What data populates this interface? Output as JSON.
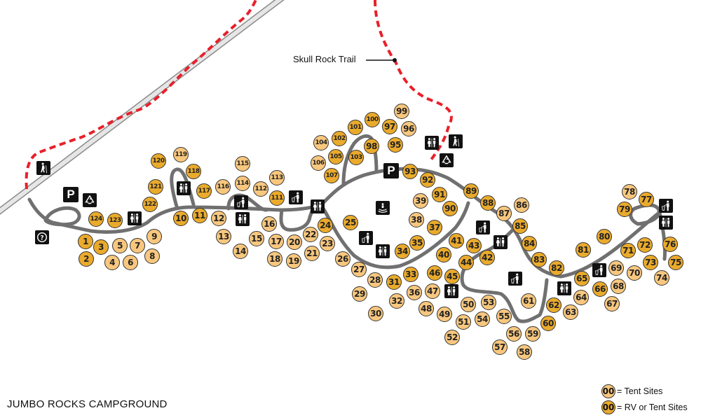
{
  "title": "JUMBO ROCKS CAMPGROUND",
  "trail": {
    "label": "Skull Rock Trail",
    "color": "#e8202a"
  },
  "legend": {
    "tent": {
      "swatch": "00",
      "label": "= Tent Sites",
      "color": "#f8c77e"
    },
    "rv": {
      "swatch": "00",
      "label": "= RV or Tent Sites",
      "color": "#eaaa2c"
    }
  },
  "colors": {
    "road": "#707070",
    "highway_fill": "#e6e6e6",
    "highway_edge": "#8a8a8a",
    "icon_bg": "#111111"
  },
  "sites": [
    {
      "n": "1",
      "t": "rv"
    },
    {
      "n": "2",
      "t": "rv"
    },
    {
      "n": "3",
      "t": "rv"
    },
    {
      "n": "4",
      "t": "tent"
    },
    {
      "n": "5",
      "t": "tent"
    },
    {
      "n": "6",
      "t": "tent"
    },
    {
      "n": "7",
      "t": "tent"
    },
    {
      "n": "8",
      "t": "tent"
    },
    {
      "n": "9",
      "t": "tent"
    },
    {
      "n": "10",
      "t": "rv"
    },
    {
      "n": "11",
      "t": "rv"
    },
    {
      "n": "12",
      "t": "tent"
    },
    {
      "n": "13",
      "t": "tent"
    },
    {
      "n": "14",
      "t": "tent"
    },
    {
      "n": "15",
      "t": "tent"
    },
    {
      "n": "16",
      "t": "tent"
    },
    {
      "n": "17",
      "t": "tent"
    },
    {
      "n": "18",
      "t": "tent"
    },
    {
      "n": "19",
      "t": "tent"
    },
    {
      "n": "20",
      "t": "tent"
    },
    {
      "n": "21",
      "t": "tent"
    },
    {
      "n": "22",
      "t": "tent"
    },
    {
      "n": "23",
      "t": "tent"
    },
    {
      "n": "24",
      "t": "rv"
    },
    {
      "n": "25",
      "t": "rv"
    },
    {
      "n": "26",
      "t": "tent"
    },
    {
      "n": "27",
      "t": "tent"
    },
    {
      "n": "28",
      "t": "tent"
    },
    {
      "n": "29",
      "t": "tent"
    },
    {
      "n": "30",
      "t": "tent"
    },
    {
      "n": "31",
      "t": "rv"
    },
    {
      "n": "32",
      "t": "tent"
    },
    {
      "n": "33",
      "t": "rv"
    },
    {
      "n": "34",
      "t": "rv"
    },
    {
      "n": "35",
      "t": "rv"
    },
    {
      "n": "36",
      "t": "tent"
    },
    {
      "n": "37",
      "t": "rv"
    },
    {
      "n": "38",
      "t": "tent"
    },
    {
      "n": "39",
      "t": "tent"
    },
    {
      "n": "40",
      "t": "rv"
    },
    {
      "n": "41",
      "t": "rv"
    },
    {
      "n": "42",
      "t": "rv"
    },
    {
      "n": "43",
      "t": "rv"
    },
    {
      "n": "44",
      "t": "rv"
    },
    {
      "n": "45",
      "t": "rv"
    },
    {
      "n": "46",
      "t": "rv"
    },
    {
      "n": "47",
      "t": "tent"
    },
    {
      "n": "48",
      "t": "tent"
    },
    {
      "n": "49",
      "t": "tent"
    },
    {
      "n": "50",
      "t": "tent"
    },
    {
      "n": "51",
      "t": "tent"
    },
    {
      "n": "52",
      "t": "tent"
    },
    {
      "n": "53",
      "t": "tent"
    },
    {
      "n": "54",
      "t": "tent"
    },
    {
      "n": "55",
      "t": "tent"
    },
    {
      "n": "56",
      "t": "tent"
    },
    {
      "n": "57",
      "t": "tent"
    },
    {
      "n": "58",
      "t": "tent"
    },
    {
      "n": "59",
      "t": "tent"
    },
    {
      "n": "60",
      "t": "rv"
    },
    {
      "n": "61",
      "t": "tent"
    },
    {
      "n": "62",
      "t": "rv"
    },
    {
      "n": "63",
      "t": "tent"
    },
    {
      "n": "64",
      "t": "tent"
    },
    {
      "n": "65",
      "t": "rv"
    },
    {
      "n": "66",
      "t": "rv"
    },
    {
      "n": "67",
      "t": "tent"
    },
    {
      "n": "68",
      "t": "tent"
    },
    {
      "n": "69",
      "t": "tent"
    },
    {
      "n": "70",
      "t": "tent"
    },
    {
      "n": "71",
      "t": "rv"
    },
    {
      "n": "72",
      "t": "rv"
    },
    {
      "n": "73",
      "t": "rv"
    },
    {
      "n": "74",
      "t": "tent"
    },
    {
      "n": "75",
      "t": "rv"
    },
    {
      "n": "76",
      "t": "rv"
    },
    {
      "n": "77",
      "t": "rv"
    },
    {
      "n": "78",
      "t": "tent"
    },
    {
      "n": "79",
      "t": "rv"
    },
    {
      "n": "80",
      "t": "rv"
    },
    {
      "n": "81",
      "t": "rv"
    },
    {
      "n": "82",
      "t": "rv"
    },
    {
      "n": "83",
      "t": "rv"
    },
    {
      "n": "84",
      "t": "rv"
    },
    {
      "n": "85",
      "t": "rv"
    },
    {
      "n": "86",
      "t": "tent"
    },
    {
      "n": "87",
      "t": "tent"
    },
    {
      "n": "88",
      "t": "rv"
    },
    {
      "n": "89",
      "t": "rv"
    },
    {
      "n": "90",
      "t": "rv"
    },
    {
      "n": "91",
      "t": "rv"
    },
    {
      "n": "92",
      "t": "rv"
    },
    {
      "n": "93",
      "t": "rv"
    },
    {
      "n": "95",
      "t": "rv"
    },
    {
      "n": "96",
      "t": "tent"
    },
    {
      "n": "97",
      "t": "rv"
    },
    {
      "n": "98",
      "t": "rv"
    },
    {
      "n": "99",
      "t": "tent"
    },
    {
      "n": "100",
      "t": "rv"
    },
    {
      "n": "101",
      "t": "rv"
    },
    {
      "n": "102",
      "t": "rv"
    },
    {
      "n": "103",
      "t": "rv"
    },
    {
      "n": "104",
      "t": "tent"
    },
    {
      "n": "105",
      "t": "rv"
    },
    {
      "n": "106",
      "t": "tent"
    },
    {
      "n": "107",
      "t": "rv"
    },
    {
      "n": "111",
      "t": "rv"
    },
    {
      "n": "112",
      "t": "tent"
    },
    {
      "n": "113",
      "t": "tent"
    },
    {
      "n": "114",
      "t": "tent"
    },
    {
      "n": "115",
      "t": "tent"
    },
    {
      "n": "116",
      "t": "tent"
    },
    {
      "n": "117",
      "t": "rv"
    },
    {
      "n": "118",
      "t": "rv"
    },
    {
      "n": "119",
      "t": "tent"
    },
    {
      "n": "120",
      "t": "rv"
    },
    {
      "n": "121",
      "t": "rv"
    },
    {
      "n": "122",
      "t": "rv"
    },
    {
      "n": "123",
      "t": "rv"
    },
    {
      "n": "124",
      "t": "rv"
    }
  ],
  "facilities": [
    {
      "type": "restroom"
    },
    {
      "type": "restroom"
    },
    {
      "type": "restroom"
    },
    {
      "type": "restroom"
    },
    {
      "type": "restroom"
    },
    {
      "type": "restroom"
    },
    {
      "type": "restroom"
    },
    {
      "type": "restroom"
    },
    {
      "type": "restroom"
    },
    {
      "type": "restroom"
    },
    {
      "type": "restroom"
    },
    {
      "type": "trash"
    },
    {
      "type": "trash"
    },
    {
      "type": "trash"
    },
    {
      "type": "trash"
    },
    {
      "type": "trash"
    },
    {
      "type": "trash"
    },
    {
      "type": "trash"
    },
    {
      "type": "parking",
      "label": "P"
    },
    {
      "type": "parking",
      "label": "P"
    },
    {
      "type": "recycling"
    },
    {
      "type": "recycling"
    },
    {
      "type": "hiker"
    },
    {
      "type": "hiker"
    },
    {
      "type": "information"
    },
    {
      "type": "amphitheater"
    }
  ]
}
